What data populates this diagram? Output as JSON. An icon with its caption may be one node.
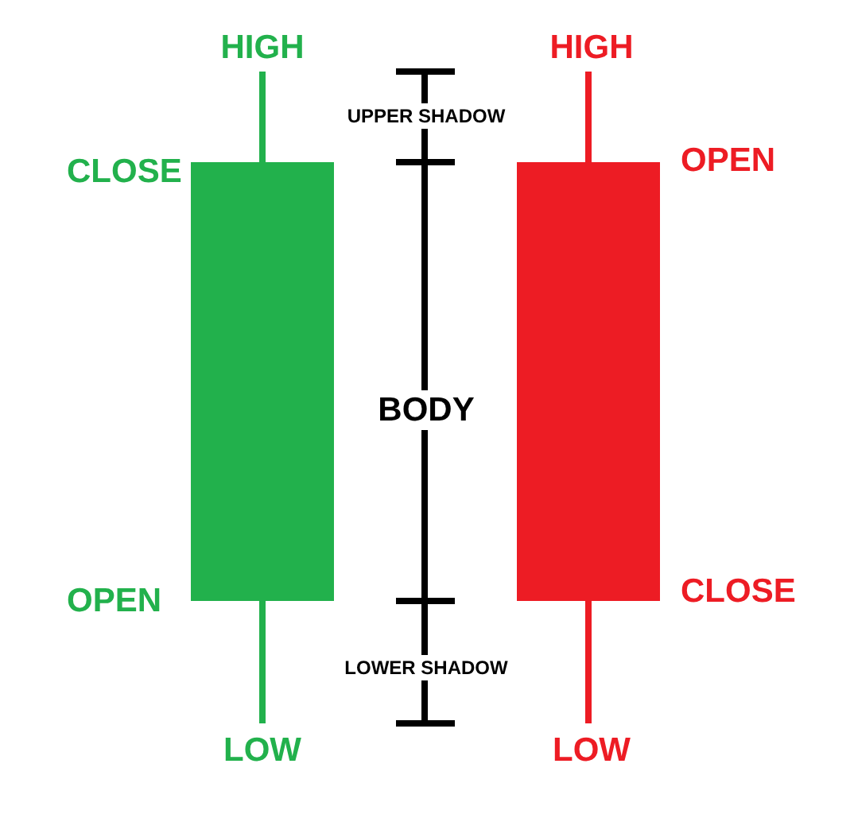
{
  "diagram": {
    "labels": [
      "HIGH",
      "CLOSE",
      "OPEN",
      "LOW",
      "UPPER SHADOW",
      "BODY",
      "LOWER SHADOW",
      "HIGH",
      "OPEN",
      "CLOSE",
      "LOW"
    ]
  }
}
